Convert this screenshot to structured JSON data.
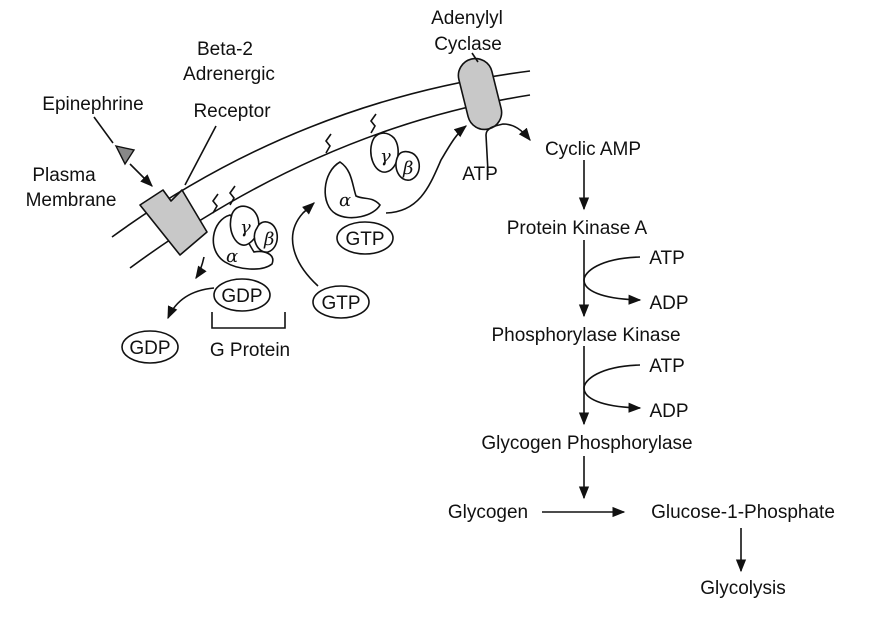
{
  "labels": {
    "epinephrine": "Epinephrine",
    "receptor_line1": "Beta-2",
    "receptor_line2": "Adrenergic",
    "receptor_line3": "Receptor",
    "membrane_line1": "Plasma",
    "membrane_line2": "Membrane",
    "cyclase_line1": "Adenylyl",
    "cyclase_line2": "Cyclase",
    "g_protein": "G Protein",
    "gdp_bound": "GDP",
    "gdp_released": "GDP",
    "gtp_free": "GTP",
    "gtp_bound": "GTP",
    "alpha": "α",
    "beta": "β",
    "gamma": "γ",
    "atp_cyclase": "ATP",
    "cyclic_amp": "Cyclic AMP",
    "protein_kinase_a": "Protein Kinase A",
    "atp_1": "ATP",
    "adp_1": "ADP",
    "phosphorylase_kinase": "Phosphorylase Kinase",
    "atp_2": "ATP",
    "adp_2": "ADP",
    "glycogen_phosphorylase": "Glycogen Phosphorylase",
    "glycogen": "Glycogen",
    "glucose_1_phosphate": "Glucose-1-Phosphate",
    "glycolysis": "Glycolysis"
  }
}
